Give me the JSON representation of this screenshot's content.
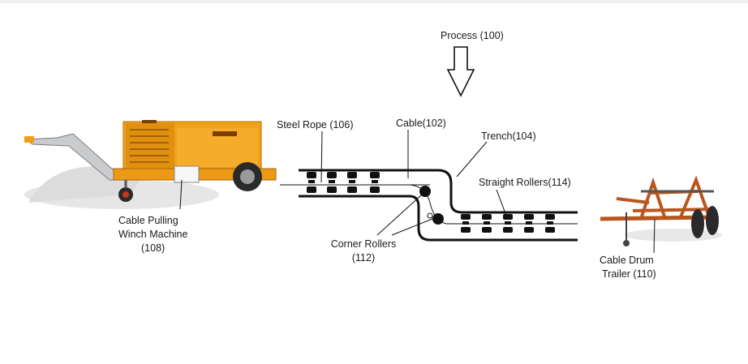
{
  "labels": {
    "process": "Process (100)",
    "steel_rope": "Steel Rope (106)",
    "cable": "Cable(102)",
    "trench": "Trench(104)",
    "straight_rollers": "Straight Rollers(114)",
    "corner_rollers_line1": "Corner Rollers",
    "corner_rollers_line2": "(112)",
    "winch_line1": "Cable Pulling",
    "winch_line2": "Winch  Machine",
    "winch_line3": "(108)",
    "drum_line1": "Cable Drum",
    "drum_line2": "Trailer (110)"
  },
  "colors": {
    "machine_orange": "#f0a019",
    "trailer_orange": "#e07a2e",
    "line_black": "#111111",
    "background": "#ffffff"
  }
}
